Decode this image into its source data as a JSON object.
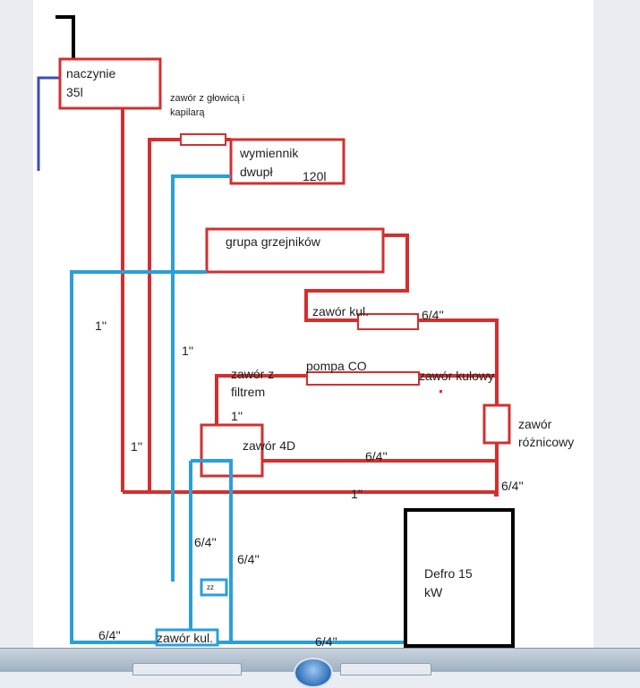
{
  "colors": {
    "hot": "#d32f2f",
    "cold": "#2a9fd8",
    "boiler": "#000000",
    "vent_black": "#000000",
    "vent_blue": "#3b4fb0"
  },
  "labels": {
    "naczynie": "naczynie",
    "naczynie_cap": "35l",
    "zawor_glowica_1": "zawór z głowicą i",
    "zawor_glowica_2": "kapilarą",
    "wymiennik_1": "wymiennik",
    "wymiennik_2": "dwupł",
    "wymiennik_cap": "120l",
    "grupa": "grupa grzejników",
    "zawor_kul_top": "zawór kul.",
    "dim_64_a": "6/4''",
    "zawor_z": "zawór z",
    "filtrem": "filtrem",
    "pompa": "pompa CO",
    "zawor_kulowy": "zawór kulowy",
    "zawor_roznicowy_1": "zawór",
    "zawor_roznicowy_2": "różnicowy",
    "dim_1_a": "1''",
    "dim_1_b": "1''",
    "dim_1_c": "1''",
    "dim_1_d": "1''",
    "dim_1_e": "1''",
    "zawor_4d": "zawór 4D",
    "dim_64_b": "6/4''",
    "dim_64_c": "6/4''",
    "dim_64_d": "6/4''",
    "dim_64_e": "6/4''",
    "dim_64_f": "6/4''",
    "dim_64_g": "6/4''",
    "zz": "zz",
    "defro_1": "Defro 15",
    "defro_2": "kW",
    "zawor_kul_bottom": "zawór kul."
  }
}
